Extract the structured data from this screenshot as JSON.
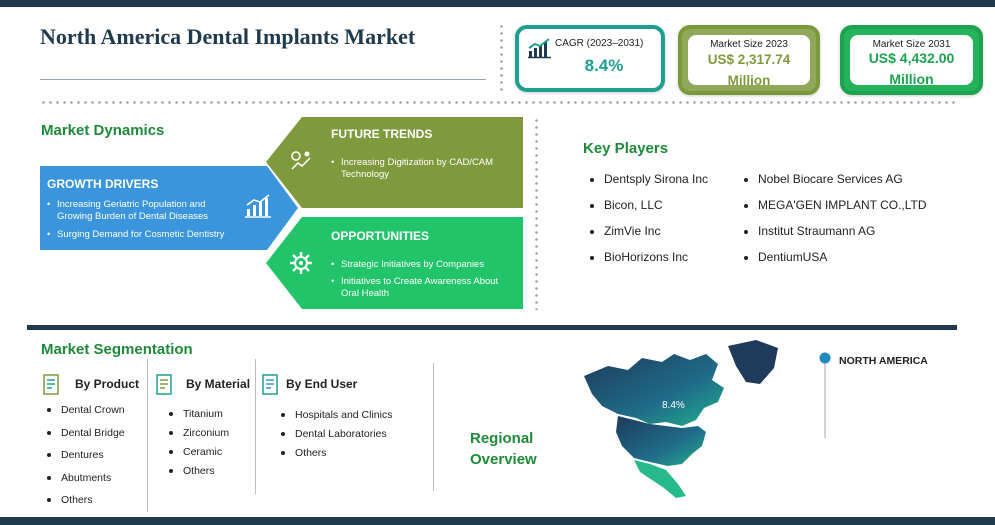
{
  "title": "North America Dental Implants Market",
  "metrics": {
    "cagr_label": "CAGR (2023–2031)",
    "cagr_value": "8.4%",
    "size_2023_label": "Market Size 2023",
    "size_2023_value": "US$ 2,317.74",
    "size_2023_unit": "Million",
    "size_2031_label": "Market Size 2031",
    "size_2031_value": "US$ 4,432.00",
    "size_2031_unit": "Million"
  },
  "dynamics": {
    "heading": "Market Dynamics",
    "growth_drivers": {
      "title": "GROWTH DRIVERS",
      "items": [
        "Increasing Geriatric Population and Growing Burden of Dental Diseases",
        "Surging Demand for Cosmetic Dentistry"
      ]
    },
    "future_trends": {
      "title": "FUTURE TRENDS",
      "items": [
        "Increasing Digitization by CAD/CAM Technology"
      ]
    },
    "opportunities": {
      "title": "OPPORTUNITIES",
      "items": [
        "Strategic Initiatives by Companies",
        "Initiatives to Create Awareness About Oral Health"
      ]
    }
  },
  "key_players": {
    "heading": "Key Players",
    "left": [
      "Dentsply Sirona Inc",
      "Bicon, LLC",
      "ZimVie Inc",
      "BioHorizons Inc"
    ],
    "right": [
      "Nobel Biocare Services AG",
      "MEGA'GEN IMPLANT CO.,LTD",
      "Institut Straumann AG",
      "DentiumUSA"
    ]
  },
  "segmentation": {
    "heading": "Market Segmentation",
    "by_product": {
      "title": "By Product",
      "items": [
        "Dental Crown",
        "Dental Bridge",
        "Dentures",
        "Abutments",
        "Others"
      ]
    },
    "by_material": {
      "title": "By Material",
      "items": [
        "Titanium",
        "Zirconium",
        "Ceramic",
        "Others"
      ]
    },
    "by_end_user": {
      "title": "By End User",
      "items": [
        "Hospitals and Clinics",
        "Dental Laboratories",
        "Others"
      ]
    }
  },
  "regional": {
    "heading_1": "Regional",
    "heading_2": "Overview",
    "map_value": "8.4%",
    "region_label": "NORTH AMERICA"
  },
  "colors": {
    "navy": "#1f3a4d",
    "growth_blue": "#3a95dc",
    "trends_olive": "#7f9a3c",
    "opportunities_green": "#22c46a",
    "teal": "#1f9e92"
  }
}
